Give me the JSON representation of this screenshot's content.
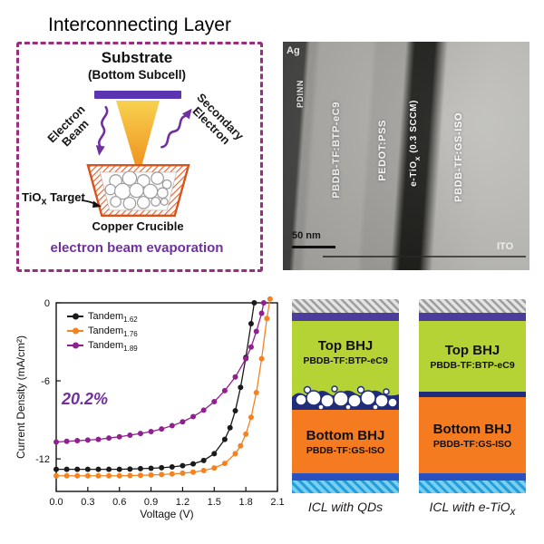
{
  "palette": {
    "dashed_box": "#9b2d7f",
    "caption_purple": "#7030a0",
    "substrate_bar": "#5b34b1",
    "beam_yellow": "#f8d14f",
    "beam_orange": "#ee8a1a",
    "crucible_orange": "#e8622d",
    "stack_green": "#b5d334",
    "stack_orange": "#f47b20",
    "stack_navy": "#1f2d7b",
    "stack_purple": "#4c3c9c",
    "stack_blue": "#2b50c0",
    "stack_cyan": "#249fdc"
  },
  "schematic": {
    "title": "Interconnecting Layer",
    "substrate": "Substrate",
    "substrate_sub": "(Bottom Subcell)",
    "electron_beam_line1": "Electron",
    "electron_beam_line2": "Beam",
    "secondary_line1": "Secondary",
    "secondary_line2": "Electron",
    "target_pre": "TiO",
    "target_sub": "x",
    "target_post": " Target",
    "crucible": "Copper Crucible",
    "caption": "electron beam evaporation"
  },
  "tem": {
    "ag": "Ag",
    "pdinn": "PDINN",
    "top_bhj": "PBDB-TF:BTP-eC9",
    "pedot": "PEDOT:PSS",
    "etiox_pre": "e-TiO",
    "etiox_sub": "x",
    "etiox_post": " (0.3 SCCM)",
    "bottom_bhj": "PBDB-TF:GS-ISO",
    "ito": "ITO",
    "scale_bar": "50 nm"
  },
  "chart_data": {
    "type": "line",
    "title": "",
    "xlabel": "Voltage (V)",
    "ylabel": "Current Density (mA/cm²)",
    "xlim": [
      0,
      2.1
    ],
    "ylim": [
      -14.5,
      0
    ],
    "xticks": [
      0.0,
      0.3,
      0.6,
      0.9,
      1.2,
      1.5,
      1.8,
      2.1
    ],
    "yticks": [
      0,
      -6,
      -12
    ],
    "grid": false,
    "legend_position": "top-left",
    "annotation": {
      "text": "20.2%",
      "color": "#7030a0"
    },
    "series": [
      {
        "name": "Tandem",
        "sub": "1.62",
        "color": "#1a1a1a",
        "points": [
          [
            0.0,
            -12.8
          ],
          [
            0.1,
            -12.8
          ],
          [
            0.2,
            -12.8
          ],
          [
            0.3,
            -12.8
          ],
          [
            0.4,
            -12.8
          ],
          [
            0.5,
            -12.8
          ],
          [
            0.6,
            -12.8
          ],
          [
            0.7,
            -12.78
          ],
          [
            0.8,
            -12.75
          ],
          [
            0.9,
            -12.72
          ],
          [
            1.0,
            -12.68
          ],
          [
            1.1,
            -12.62
          ],
          [
            1.2,
            -12.52
          ],
          [
            1.3,
            -12.38
          ],
          [
            1.4,
            -12.12
          ],
          [
            1.5,
            -11.6
          ],
          [
            1.6,
            -10.5
          ],
          [
            1.65,
            -9.6
          ],
          [
            1.7,
            -8.3
          ],
          [
            1.75,
            -6.5
          ],
          [
            1.8,
            -4.2
          ],
          [
            1.85,
            -1.6
          ],
          [
            1.88,
            0
          ]
        ]
      },
      {
        "name": "Tandem",
        "sub": "1.76",
        "color": "#f58220",
        "points": [
          [
            0.0,
            -13.3
          ],
          [
            0.1,
            -13.3
          ],
          [
            0.2,
            -13.3
          ],
          [
            0.3,
            -13.3
          ],
          [
            0.4,
            -13.3
          ],
          [
            0.5,
            -13.3
          ],
          [
            0.6,
            -13.3
          ],
          [
            0.7,
            -13.28
          ],
          [
            0.8,
            -13.26
          ],
          [
            0.9,
            -13.24
          ],
          [
            1.0,
            -13.2
          ],
          [
            1.1,
            -13.16
          ],
          [
            1.2,
            -13.1
          ],
          [
            1.3,
            -13.02
          ],
          [
            1.4,
            -12.9
          ],
          [
            1.5,
            -12.7
          ],
          [
            1.6,
            -12.35
          ],
          [
            1.7,
            -11.6
          ],
          [
            1.75,
            -11.0
          ],
          [
            1.8,
            -10.1
          ],
          [
            1.85,
            -8.8
          ],
          [
            1.9,
            -6.9
          ],
          [
            1.95,
            -4.3
          ],
          [
            2.0,
            -1.2
          ],
          [
            2.03,
            0.3
          ]
        ]
      },
      {
        "name": "Tandem",
        "sub": "1.89",
        "color": "#911f8e",
        "points": [
          [
            0.0,
            -10.7
          ],
          [
            0.1,
            -10.65
          ],
          [
            0.2,
            -10.6
          ],
          [
            0.3,
            -10.55
          ],
          [
            0.4,
            -10.5
          ],
          [
            0.5,
            -10.4
          ],
          [
            0.6,
            -10.3
          ],
          [
            0.7,
            -10.18
          ],
          [
            0.8,
            -10.05
          ],
          [
            0.9,
            -9.9
          ],
          [
            1.0,
            -9.7
          ],
          [
            1.1,
            -9.45
          ],
          [
            1.2,
            -9.15
          ],
          [
            1.3,
            -8.75
          ],
          [
            1.4,
            -8.25
          ],
          [
            1.5,
            -7.6
          ],
          [
            1.6,
            -6.75
          ],
          [
            1.7,
            -5.7
          ],
          [
            1.8,
            -4.3
          ],
          [
            1.85,
            -3.4
          ],
          [
            1.9,
            -2.2
          ],
          [
            1.95,
            -0.8
          ],
          [
            1.97,
            0
          ]
        ]
      }
    ]
  },
  "stacks": {
    "top_bhj_title": "Top BHJ",
    "top_bhj_material": "PBDB-TF:BTP-eC9",
    "bottom_bhj_title": "Bottom BHJ",
    "bottom_bhj_material": "PBDB-TF:GS-ISO",
    "caption_left": "ICL with QDs",
    "caption_right_pre": "ICL with e-TiO",
    "caption_right_sub": "x"
  }
}
